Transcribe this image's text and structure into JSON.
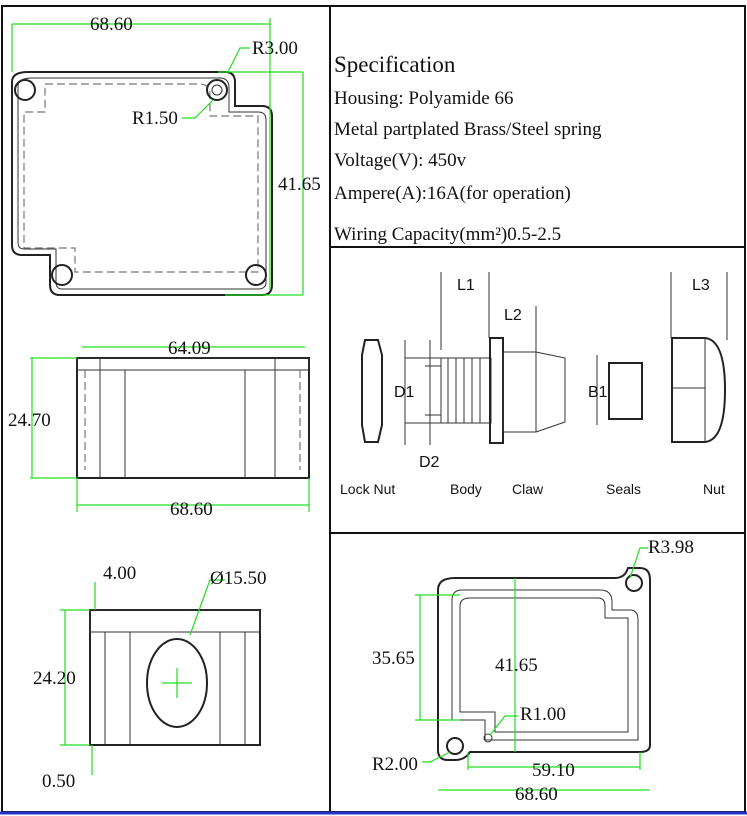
{
  "specification": {
    "title": "Specification",
    "lines": [
      "Housing:  Polyamide 66",
      "Metal partplated Brass/Steel spring",
      "Voltage(V): 450v",
      "Ampere(A):16A(for operation)",
      "Wiring Capacity(mm²)0.5-2.5"
    ]
  },
  "top_view": {
    "width": "68.60",
    "height": "41.65",
    "corner_radius": "R3.00",
    "hole_radius": "R1.50"
  },
  "side_view": {
    "inner_width": "64.09",
    "height": "24.70",
    "outer_width": "68.60"
  },
  "end_view": {
    "flange": "4.00",
    "hole_diameter": "Ø15.50",
    "height": "24.20",
    "offset": "0.50"
  },
  "parts": {
    "dims": {
      "l1": "L1",
      "l2": "L2",
      "l3": "L3",
      "d1": "D1",
      "d2": "D2",
      "b1": "B1"
    },
    "names": [
      "Lock Nut",
      "Body",
      "Claw",
      "Seals",
      "Nut"
    ]
  },
  "bottom_view": {
    "corner_radius": "R3.98",
    "inner_height": "35.65",
    "height": "41.65",
    "small_radius": "R1.00",
    "hole_radius": "R2.00",
    "inner_width": "59.10",
    "width": "68.60"
  },
  "colors": {
    "dimension": "#22dd22",
    "border": "#111111",
    "bottom_rule": "#2233cc"
  }
}
